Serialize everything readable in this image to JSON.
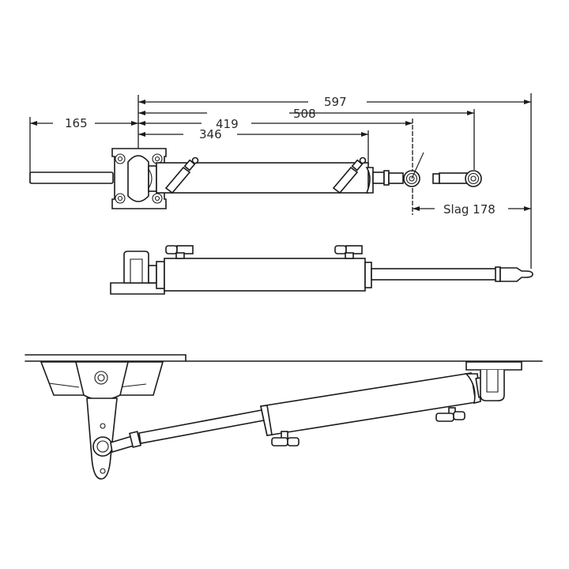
{
  "diagram": {
    "subject": "hydraulic steering cylinder installation drawing",
    "colors": {
      "line": "#1a1a1a",
      "background": "#ffffff",
      "text": "#2a2a2a"
    },
    "dimensions": {
      "d597": "597",
      "d508": "508",
      "d419": "419",
      "d346": "346",
      "d165": "165",
      "stroke": "Slag 178"
    },
    "views": [
      {
        "name": "top-view",
        "description": "plan view with mounting bracket, cylinder, hose fittings and rod ends"
      },
      {
        "name": "side-view",
        "description": "side elevation with foot bracket and extended piston rod"
      },
      {
        "name": "installation-view",
        "description": "cylinder mounted under deck connected to rudder tiller arm"
      }
    ]
  }
}
